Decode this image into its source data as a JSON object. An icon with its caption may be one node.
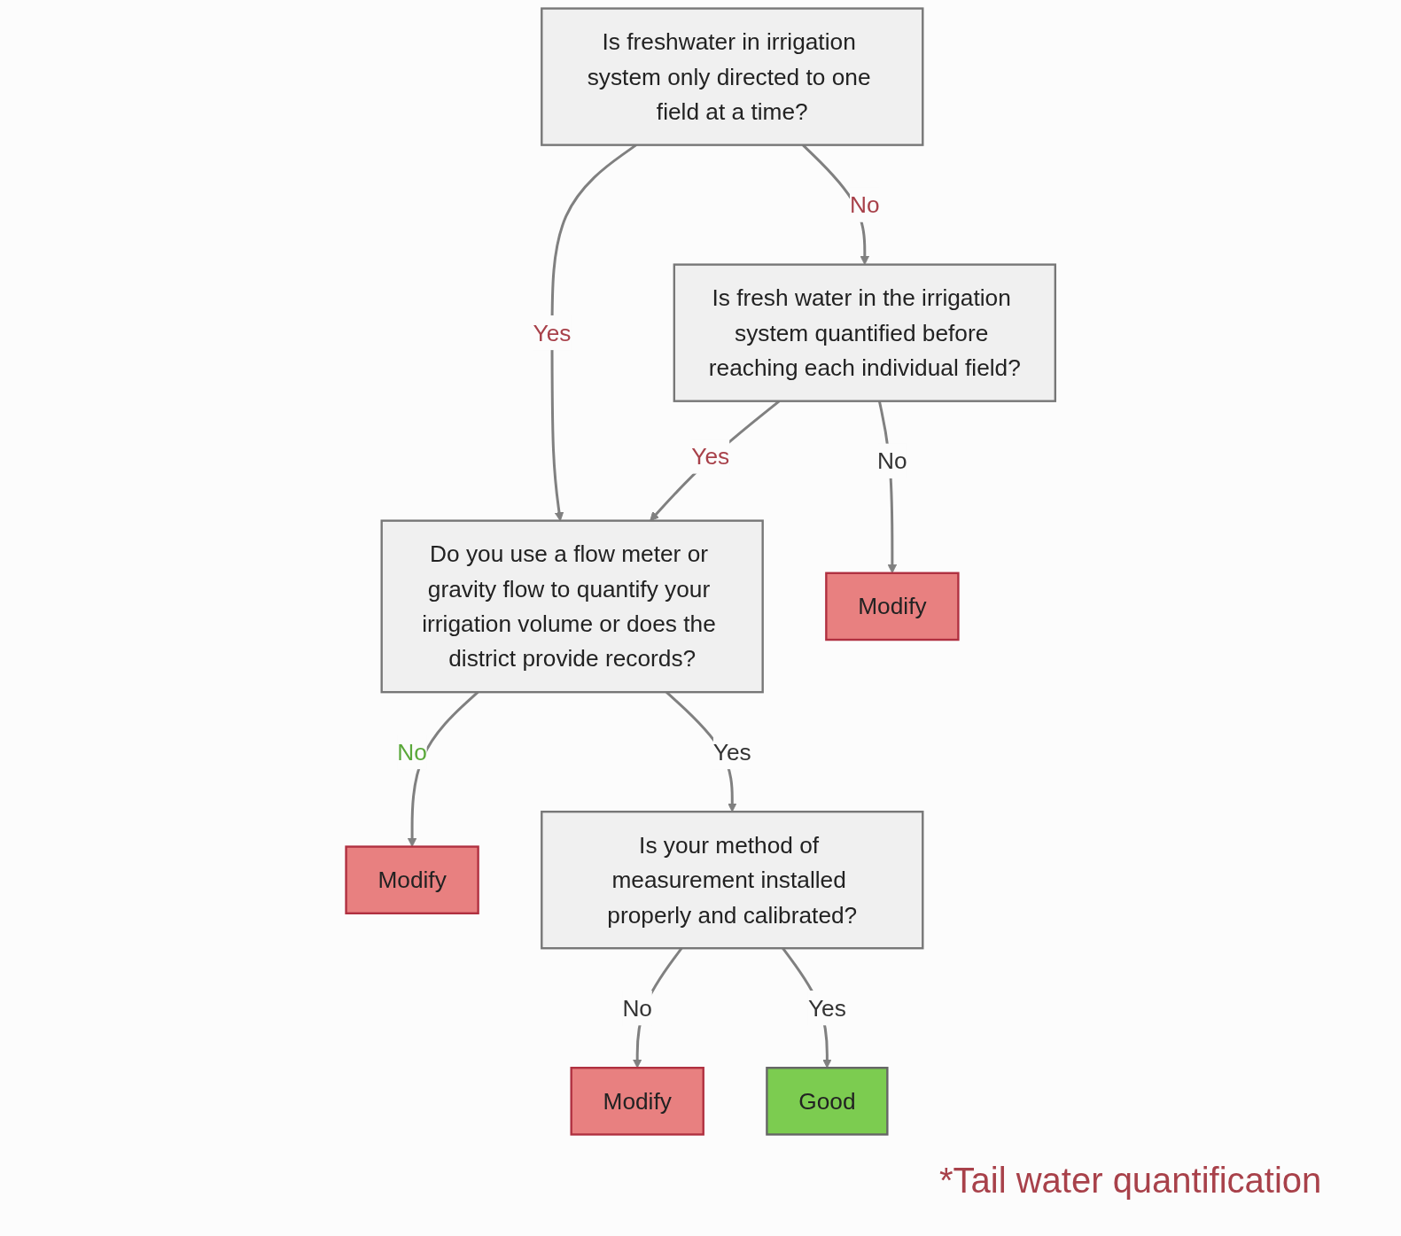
{
  "diagram": {
    "nodes": [
      {
        "text": [
          "Is freshwater in irrigation system only directed to one field at a time?"
        ]
      },
      {
        "text": [
          "Do you use a flow meter or gravity flow to quantify your irrigation volume or does the district provide records?"
        ]
      },
      {
        "text": [
          "Is fresh water in the irrigation system quantified before reaching each individual field?"
        ]
      },
      {
        "text": [
          "Modify"
        ]
      },
      {
        "text": [
          "Modify"
        ]
      },
      {
        "text": [
          "Is your method of measurement installed properly and calibrated?"
        ]
      },
      {
        "text": [
          "Modify"
        ]
      },
      {
        "text": [
          "Good"
        ]
      }
    ],
    "edges": [
      {
        "from": 0,
        "to": 1,
        "arrow": "to",
        "label": "Yes"
      },
      {
        "from": 0,
        "to": 2,
        "arrow": "to",
        "label": "No"
      },
      {
        "from": 2,
        "to": 1,
        "arrow": "to",
        "label": "Yes"
      },
      {
        "from": 1,
        "to": 3,
        "arrow": "to",
        "label": "No"
      },
      {
        "from": 1,
        "to": 5,
        "arrow": "to",
        "label": "Yes"
      },
      {
        "from": 2,
        "to": 4,
        "arrow": "to",
        "label": "No"
      },
      {
        "from": 5,
        "to": 6,
        "arrow": "to",
        "label": "No"
      },
      {
        "from": 5,
        "to": 7,
        "arrow": "to",
        "label": "Yes"
      }
    ],
    "labels": [
      "*Tail water quantification"
    ]
  }
}
